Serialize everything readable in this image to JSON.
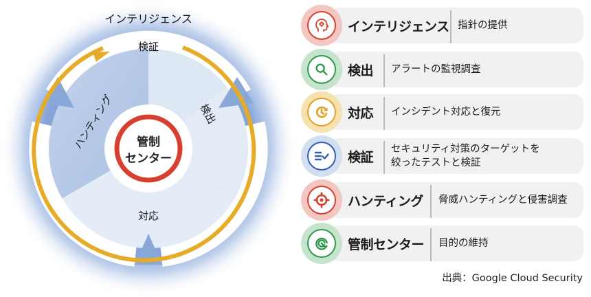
{
  "wheel": {
    "outer_label": "インテリジェンス",
    "segments": [
      {
        "label": "検証",
        "position": "top"
      },
      {
        "label": "検出",
        "position": "right"
      },
      {
        "label": "対応",
        "position": "bottom"
      },
      {
        "label": "ハンティング",
        "position": "left"
      }
    ],
    "center_label_line1": "管制",
    "center_label_line2": "センター",
    "colors": {
      "glow": "#7f9fd6",
      "sector_dark": "#c6d5ec",
      "sector_light": "#e2eaf6",
      "cycle_arrow": "#e6ac28",
      "center_ring": "#d6402f",
      "pointer": "#88a8d8"
    }
  },
  "legend": {
    "items": [
      {
        "title": "インテリジェンス",
        "description": "指針の提供",
        "icon": "head-gear-icon",
        "color": "#d6402f",
        "halo": "#f4c6c1"
      },
      {
        "title": "検出",
        "description": "アラートの監視調査",
        "icon": "magnifier-icon",
        "color": "#2f9a4c",
        "halo": "#c6e4cd"
      },
      {
        "title": "対応",
        "description": "インシデント対応と復元",
        "icon": "clock-refresh-icon",
        "color": "#e4a024",
        "halo": "#f6e2b0"
      },
      {
        "title": "検証",
        "description": "セキュリティ対策のターゲットを\n絞ったテストと検証",
        "icon": "checklist-icon",
        "color": "#2f5fae",
        "halo": "#d3def1"
      },
      {
        "title": "ハンティング",
        "description": "脅威ハンティングと侵害調査",
        "icon": "crosshair-target-icon",
        "color": "#d6402f",
        "halo": "#f4c6c1"
      },
      {
        "title": "管制センター",
        "description": "目的の維持",
        "icon": "spiral-icon",
        "color": "#2f9a4c",
        "halo": "#c6e4cd"
      }
    ]
  },
  "source": "出典：Google Cloud Security"
}
